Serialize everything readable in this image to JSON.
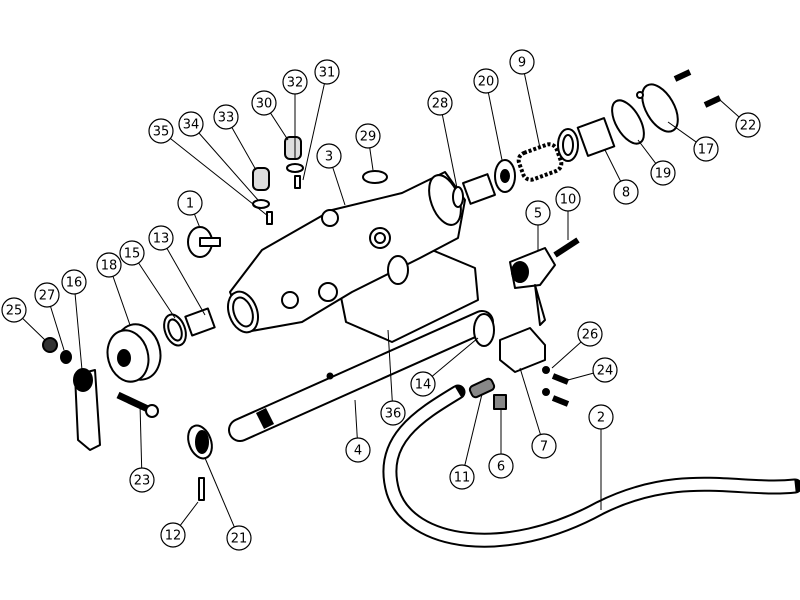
{
  "diagram": {
    "type": "exploded-parts-view",
    "line_color": "#000000",
    "background": "#ffffff",
    "callouts": [
      "1",
      "2",
      "3",
      "4",
      "5",
      "6",
      "7",
      "8",
      "9",
      "10",
      "11",
      "12",
      "13",
      "14",
      "15",
      "16",
      "17",
      "18",
      "19",
      "20",
      "21",
      "22",
      "23",
      "24",
      "25",
      "26",
      "27",
      "28",
      "29",
      "30",
      "31",
      "32",
      "33",
      "34",
      "35",
      "36"
    ]
  }
}
